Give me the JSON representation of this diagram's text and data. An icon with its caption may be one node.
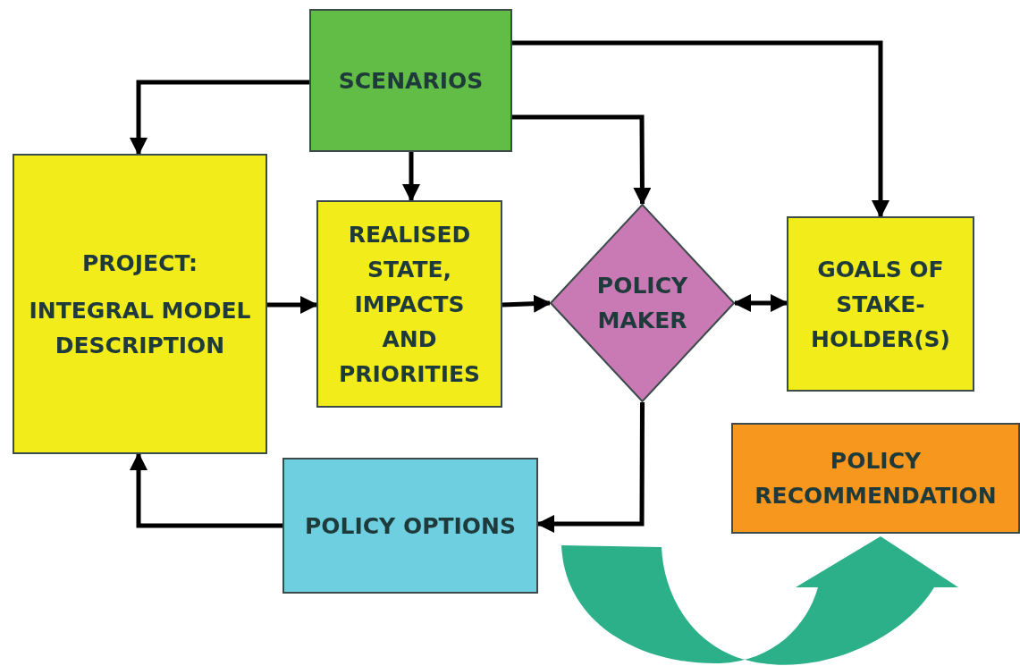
{
  "diagram": {
    "nodes": [
      {
        "text": [
          "SCENARIOS"
        ]
      },
      {
        "text": [
          "PROJECT:",
          "INTEGRAL MODEL DESCRIPTION"
        ]
      },
      {
        "text": [
          "REALISED STATE, IMPACTS AND PRIORITIES"
        ]
      },
      {
        "text": [
          "POLICY MAKER"
        ]
      },
      {
        "text": [
          "GOALS OF STAKE- HOLDER(S)"
        ]
      },
      {
        "text": [
          "POLICY RECOMMENDATION"
        ]
      },
      {
        "text": [
          "POLICY OPTIONS"
        ]
      }
    ],
    "edges": [
      {
        "from": 0,
        "to": 1,
        "arrow": "to"
      },
      {
        "from": 0,
        "to": 2,
        "arrow": "to"
      },
      {
        "from": 0,
        "to": 3,
        "arrow": "to"
      },
      {
        "from": 0,
        "to": 4,
        "arrow": "to"
      },
      {
        "from": 1,
        "to": 2,
        "arrow": "to"
      },
      {
        "from": 2,
        "to": 3,
        "arrow": "to"
      },
      {
        "from": 3,
        "to": 4,
        "arrow": "both"
      },
      {
        "from": 3,
        "to": 6,
        "arrow": "to"
      },
      {
        "from": 6,
        "to": 1,
        "arrow": "to"
      },
      {
        "from": null,
        "to": 5,
        "arrow": "to",
        "style": "thick",
        "color": "#2bb08a"
      }
    ]
  }
}
